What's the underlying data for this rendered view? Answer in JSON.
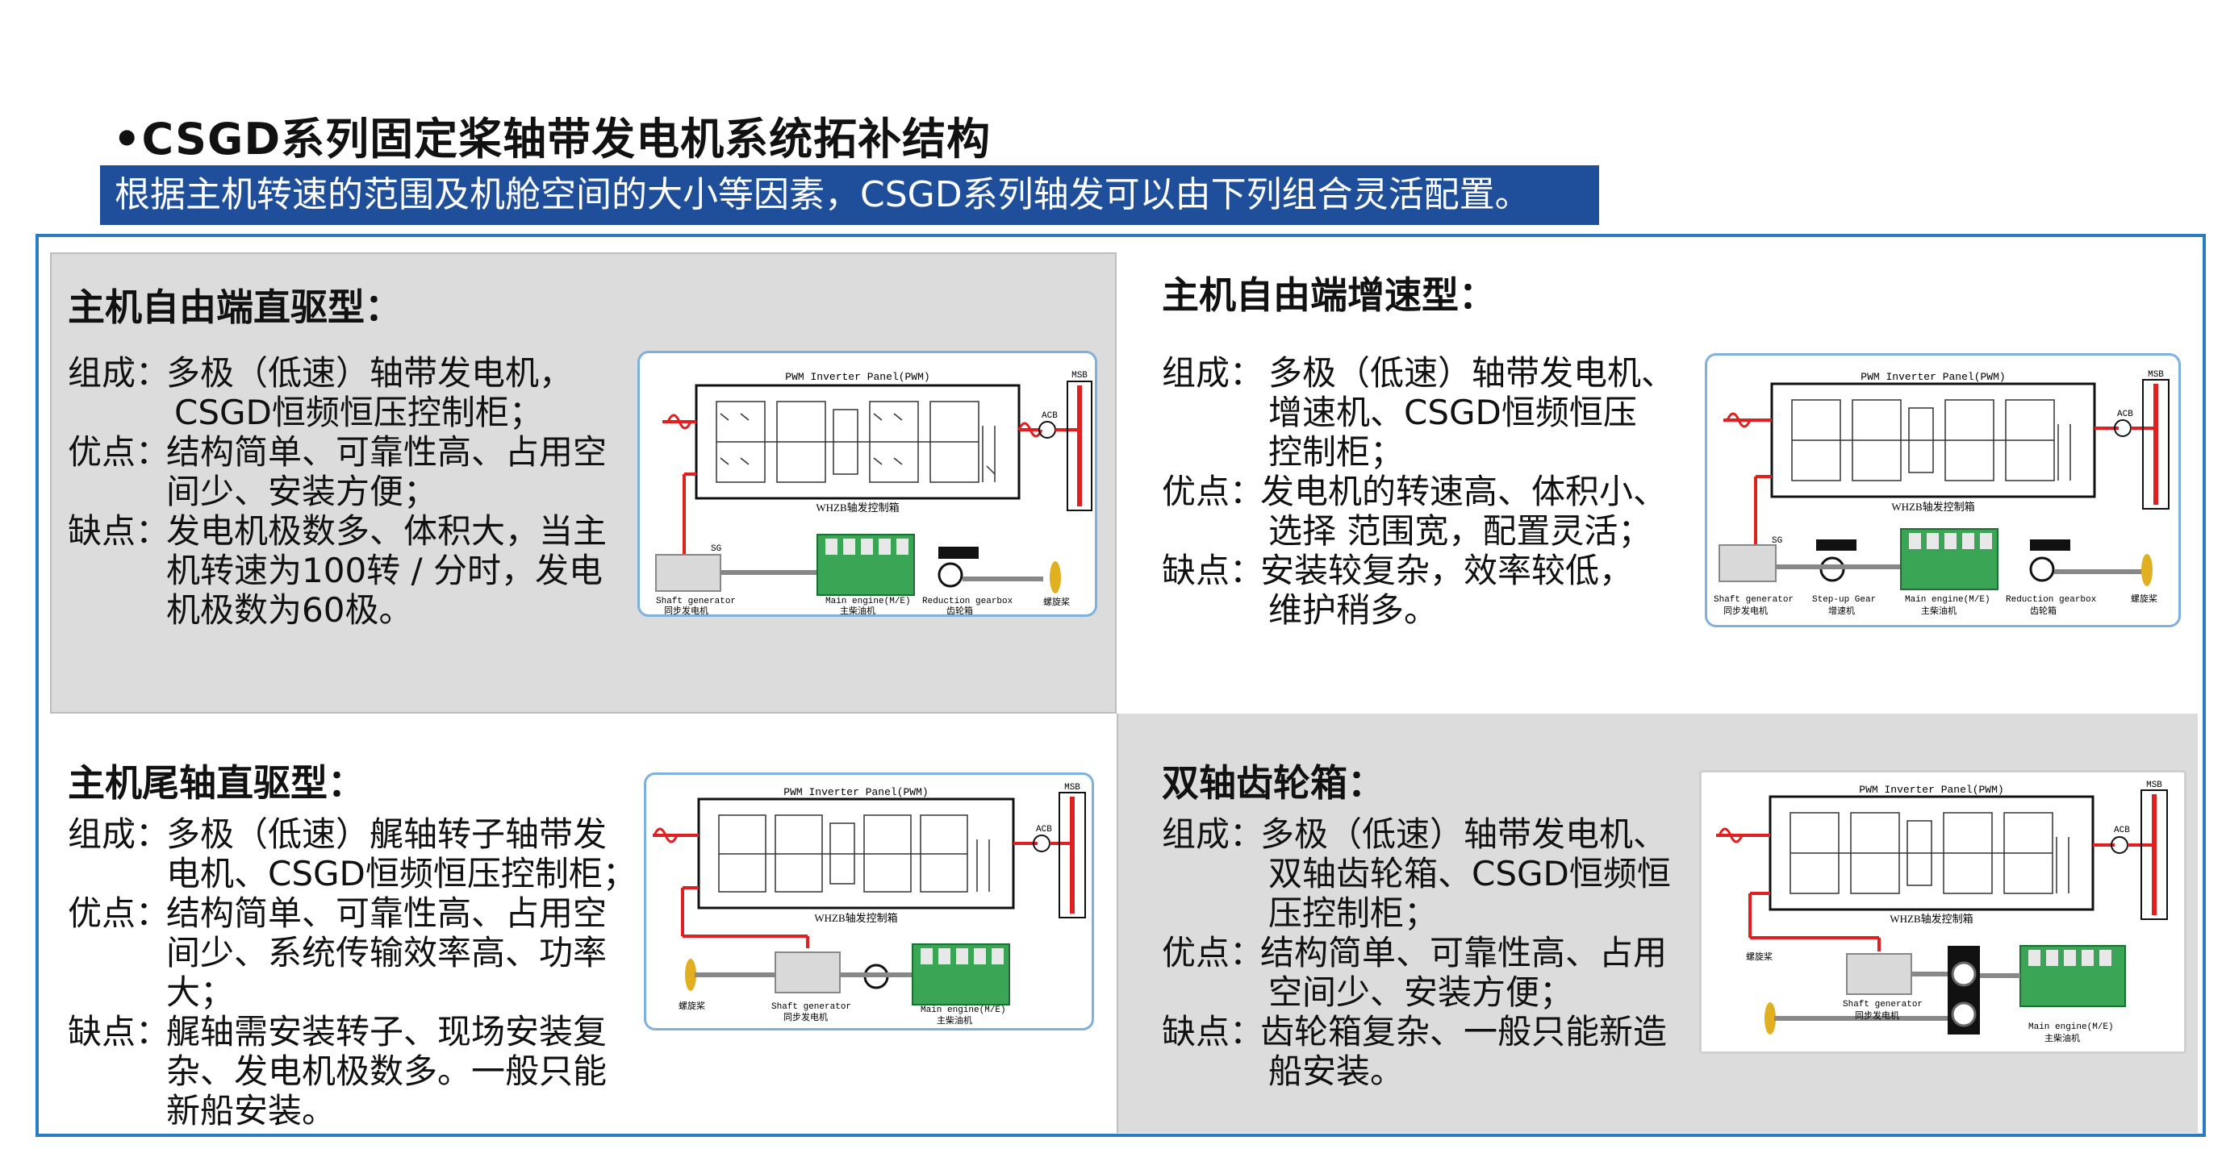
{
  "slide": {
    "title": "•CSGD系列固定桨轴带发电机系统拓补结构",
    "subtitle": "根据主机转速的范围及机舱空间的大小等因素，CSGD系列轴发可以由下列组合灵活配置。"
  },
  "labels": {
    "compose": "组成：",
    "pros": "优点：",
    "cons": "缺点："
  },
  "panels": {
    "p1": {
      "heading": "主机自由端直驱型：",
      "compose": [
        "多极（低速）轴带发电机，",
        "CSGD恒频恒压控制柜；"
      ],
      "pros": [
        "结构简单、可靠性高、占用空",
        "间少、安装方便；"
      ],
      "cons": [
        "发电机极数多、体积大，当主",
        "机转速为100转 / 分时，发电",
        "机极数为60极。"
      ]
    },
    "p2": {
      "heading": "主机自由端增速型：",
      "compose": [
        "多极（低速）轴带发电机、",
        "增速机、CSGD恒频恒压",
        "控制柜；"
      ],
      "pros": [
        "发电机的转速高、体积小、",
        "选择 范围宽，配置灵活；"
      ],
      "cons": [
        "安装较复杂，效率较低，",
        "维护稍多。"
      ]
    },
    "p3": {
      "heading": "主机尾轴直驱型：",
      "compose": [
        "多极（低速）艉轴转子轴带发",
        "电机、CSGD恒频恒压控制柜；"
      ],
      "pros": [
        "结构简单、可靠性高、占用空",
        "间少、系统传输效率高、功率",
        "大；"
      ],
      "cons": [
        "艉轴需安装转子、现场安装复",
        "杂、发电机极数多。一般只能",
        "新船安装。"
      ]
    },
    "p4": {
      "heading": "双轴齿轮箱：",
      "compose": [
        "多极（低速）轴带发电机、",
        "双轴齿轮箱、CSGD恒频恒",
        "压控制柜；"
      ],
      "pros": [
        "结构简单、可靠性高、占用",
        "空间少、安装方便；"
      ],
      "cons": [
        "齿轮箱复杂、一般只能新造",
        "船安装。"
      ]
    }
  },
  "diagram": {
    "panel_title": "PWM Inverter Panel(PWM)",
    "cabinet": "WHZB轴发控制箱",
    "msb": "MSB",
    "acb": "ACB",
    "sg": "SG",
    "shaft_gen_en": "Shaft generator",
    "shaft_gen_cn": "同步发电机",
    "main_engine_en_1": "Main engine(M/E)",
    "main_engine_en_2": "Main engine(M/E)",
    "main_engine_cn": "主柴油机",
    "gearbox_en": "Reduction gearbox",
    "gearbox_cn": "齿轮箱",
    "stepup_en": "Step-up Gear",
    "stepup_cn": "增速机",
    "propeller_cn": "螺旋桨"
  },
  "colors": {
    "accent_blue": "#1f4f9a",
    "frame_blue": "#2a7bc4",
    "panel_gray": "#dcdcdc",
    "line_red": "#e02020"
  }
}
